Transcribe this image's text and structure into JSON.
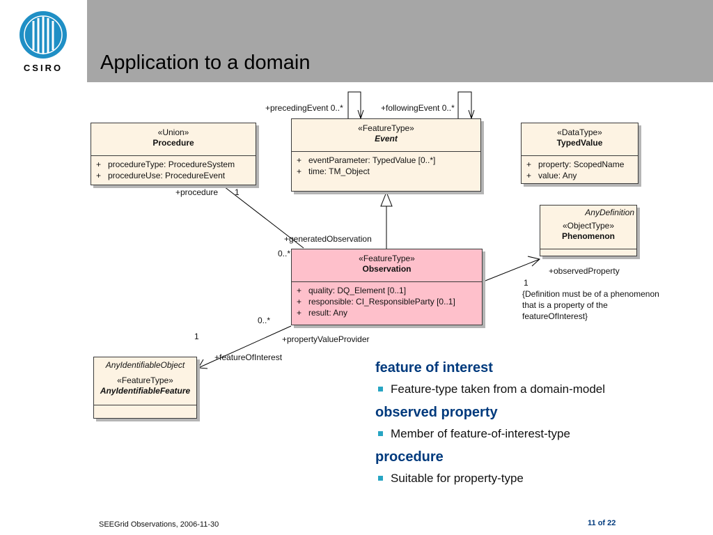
{
  "header": {
    "title": "Application to a domain",
    "logo_text": "CSIRO",
    "colors": {
      "band": "#a6a6a6",
      "logo_blue": "#1f8fc5"
    }
  },
  "diagram": {
    "classes": {
      "procedure": {
        "stereotype": "«Union»",
        "name": "Procedure",
        "attributes": [
          {
            "vis": "+",
            "text": "procedureType:  ProcedureSystem"
          },
          {
            "vis": "+",
            "text": "procedureUse:  ProcedureEvent"
          }
        ]
      },
      "event": {
        "stereotype": "«FeatureType»",
        "name": "Event",
        "attributes": [
          {
            "vis": "+",
            "text": "eventParameter:  TypedValue [0..*]"
          },
          {
            "vis": "+",
            "text": "time:  TM_Object"
          }
        ]
      },
      "typed_value": {
        "stereotype": "«DataType»",
        "name": "TypedValue",
        "attributes": [
          {
            "vis": "+",
            "text": "property:  ScopedName"
          },
          {
            "vis": "+",
            "text": "value:  Any"
          }
        ]
      },
      "phenomenon": {
        "abstract": "AnyDefinition",
        "stereotype": "«ObjectType»",
        "name": "Phenomenon"
      },
      "observation": {
        "stereotype": "«FeatureType»",
        "name": "Observation",
        "attributes": [
          {
            "vis": "+",
            "text": "quality:  DQ_Element [0..1]"
          },
          {
            "vis": "+",
            "text": "responsible:  CI_ResponsibleParty [0..1]"
          },
          {
            "vis": "+",
            "text": "result:  Any"
          }
        ]
      },
      "feature": {
        "abstract": "AnyIdentifiableObject",
        "stereotype": "«FeatureType»",
        "name": "AnyIdentifiableFeature"
      }
    },
    "labels": {
      "preceding_event": "+precedingEvent 0..*",
      "following_event": "+followingEvent 0..*",
      "procedure_role": "+procedure",
      "procedure_mult": "1",
      "generated_observation": "+generatedObservation",
      "generated_mult": "0..*",
      "observed_property": "+observedProperty",
      "observed_mult": "1",
      "observed_note": "{Definition must be of a phenomenon that is a property of the featureOfInterest}",
      "feature_mult": "1",
      "provider_mult": "0..*",
      "property_value_provider": "+propertyValueProvider",
      "feature_of_interest": "+featureOfInterest"
    }
  },
  "bullets": [
    {
      "heading": "feature of interest",
      "item": "Feature-type taken from a domain-model"
    },
    {
      "heading": "observed property",
      "item": "Member of feature-of-interest-type"
    },
    {
      "heading": "procedure",
      "item": "Suitable for property-type"
    }
  ],
  "footer": {
    "left": "SEEGrid Observations, 2006-11-30",
    "page_current": "11",
    "page_of": "of",
    "page_total": "22"
  }
}
